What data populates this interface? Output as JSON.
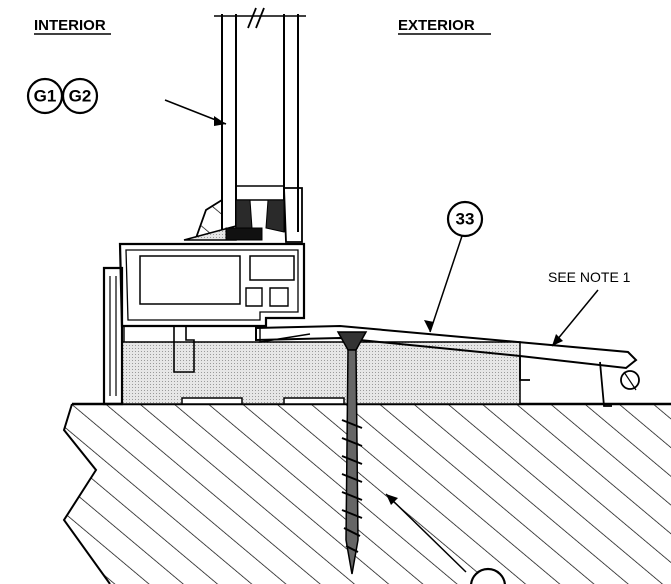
{
  "labels": {
    "interior": "INTERIOR",
    "exterior": "EXTERIOR",
    "see_note": "SEE NOTE 1"
  },
  "callouts": {
    "glass_1": "G1",
    "glass_2": "G2",
    "flashing": "33"
  },
  "colors": {
    "ink": "#000000",
    "paper": "#ffffff",
    "fill_stipple": "#d8d8d8",
    "gasket": "#1a1a1a"
  }
}
